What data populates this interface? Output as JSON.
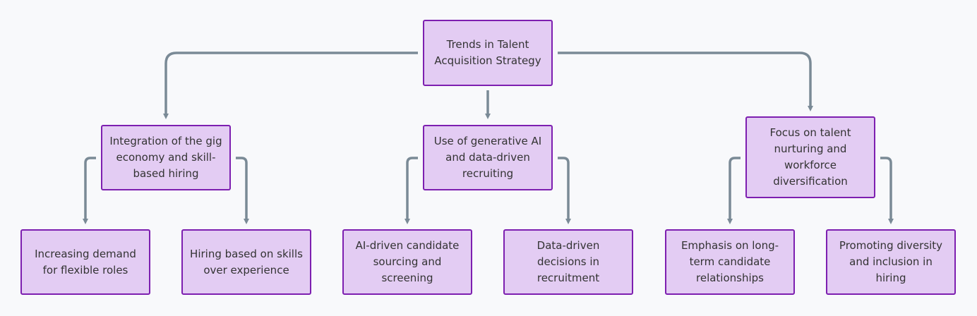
{
  "diagram": {
    "root": {
      "label": "Trends in Talent\nAcquisition Strategy"
    },
    "branches": [
      {
        "label": "Integration of the gig\neconomy and skill-\nbased hiring",
        "children": [
          {
            "label": "Increasing demand\nfor flexible roles"
          },
          {
            "label": "Hiring based on skills\nover experience"
          }
        ]
      },
      {
        "label": "Use of generative AI\nand data-driven\nrecruiting",
        "children": [
          {
            "label": "AI-driven candidate\nsourcing and\nscreening"
          },
          {
            "label": "Data-driven\ndecisions in\nrecruitment"
          }
        ]
      },
      {
        "label": "Focus on talent\nnurturing and\nworkforce\ndiversification",
        "children": [
          {
            "label": "Emphasis on long-\nterm candidate\nrelationships"
          },
          {
            "label": "Promoting diversity\nand inclusion in\nhiring"
          }
        ]
      }
    ],
    "colors": {
      "node_fill": "#e3ccf3",
      "node_border": "#7d1fb0",
      "connector": "#7a8a96",
      "background": "#f8f9fb",
      "text": "#333333"
    }
  }
}
